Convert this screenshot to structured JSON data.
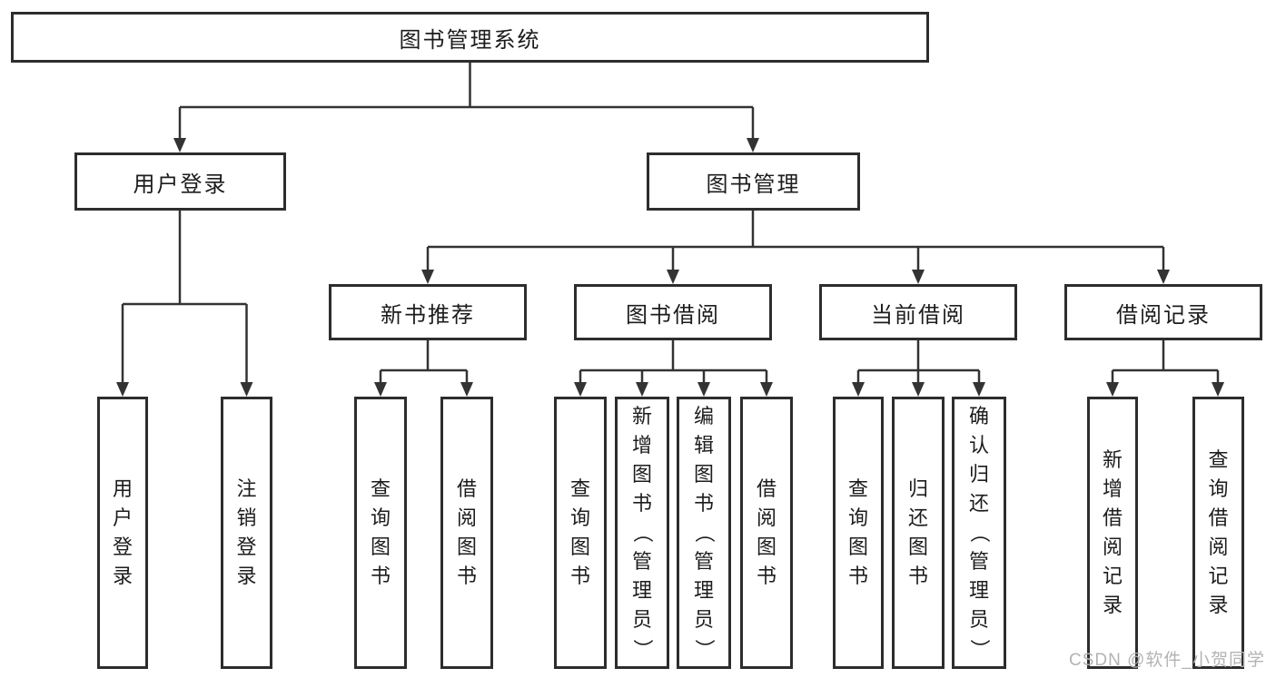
{
  "tree": {
    "root": "图书管理系统",
    "branches": [
      {
        "label": "用户登录",
        "children": [
          "用户登录",
          "注销登录"
        ]
      },
      {
        "label": "图书管理",
        "children": [
          {
            "label": "新书推荐",
            "children": [
              "查询图书",
              "借阅图书"
            ]
          },
          {
            "label": "图书借阅",
            "children": [
              "查询图书",
              "新增图书（管理员）",
              "编辑图书（管理员）",
              "借阅图书"
            ]
          },
          {
            "label": "当前借阅",
            "children": [
              "查询图书",
              "归还图书",
              "确认归还（管理员）"
            ]
          },
          {
            "label": "借阅记录",
            "children": [
              "新增借阅记录",
              "查询借阅记录"
            ]
          }
        ]
      }
    ]
  },
  "watermark": "CSDN @软件_小贺同学",
  "colors": {
    "line": "#333333",
    "border": "#2d2d2d",
    "text": "#1c1c1c",
    "watermark": "#b3b3b3",
    "background": "#ffffff"
  }
}
